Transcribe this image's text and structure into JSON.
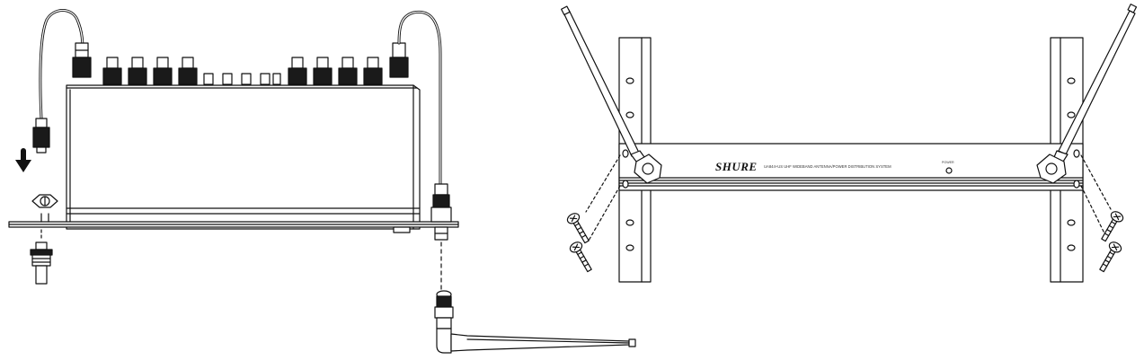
{
  "figures": {
    "left": {
      "title": "Remote antenna mounting — top view"
    },
    "right": {
      "title": "Rack mounting — front view"
    }
  },
  "panel": {
    "brand": "SHURE",
    "model_text": "UA844+US UHF WIDEBAND ANTENNA/POWER DISTRIBUTION SYSTEM",
    "led_label": "POWER"
  },
  "colors": {
    "line": "#111111",
    "fill": "#ffffff",
    "dark": "#1a1a1a",
    "gray": "#888888"
  }
}
